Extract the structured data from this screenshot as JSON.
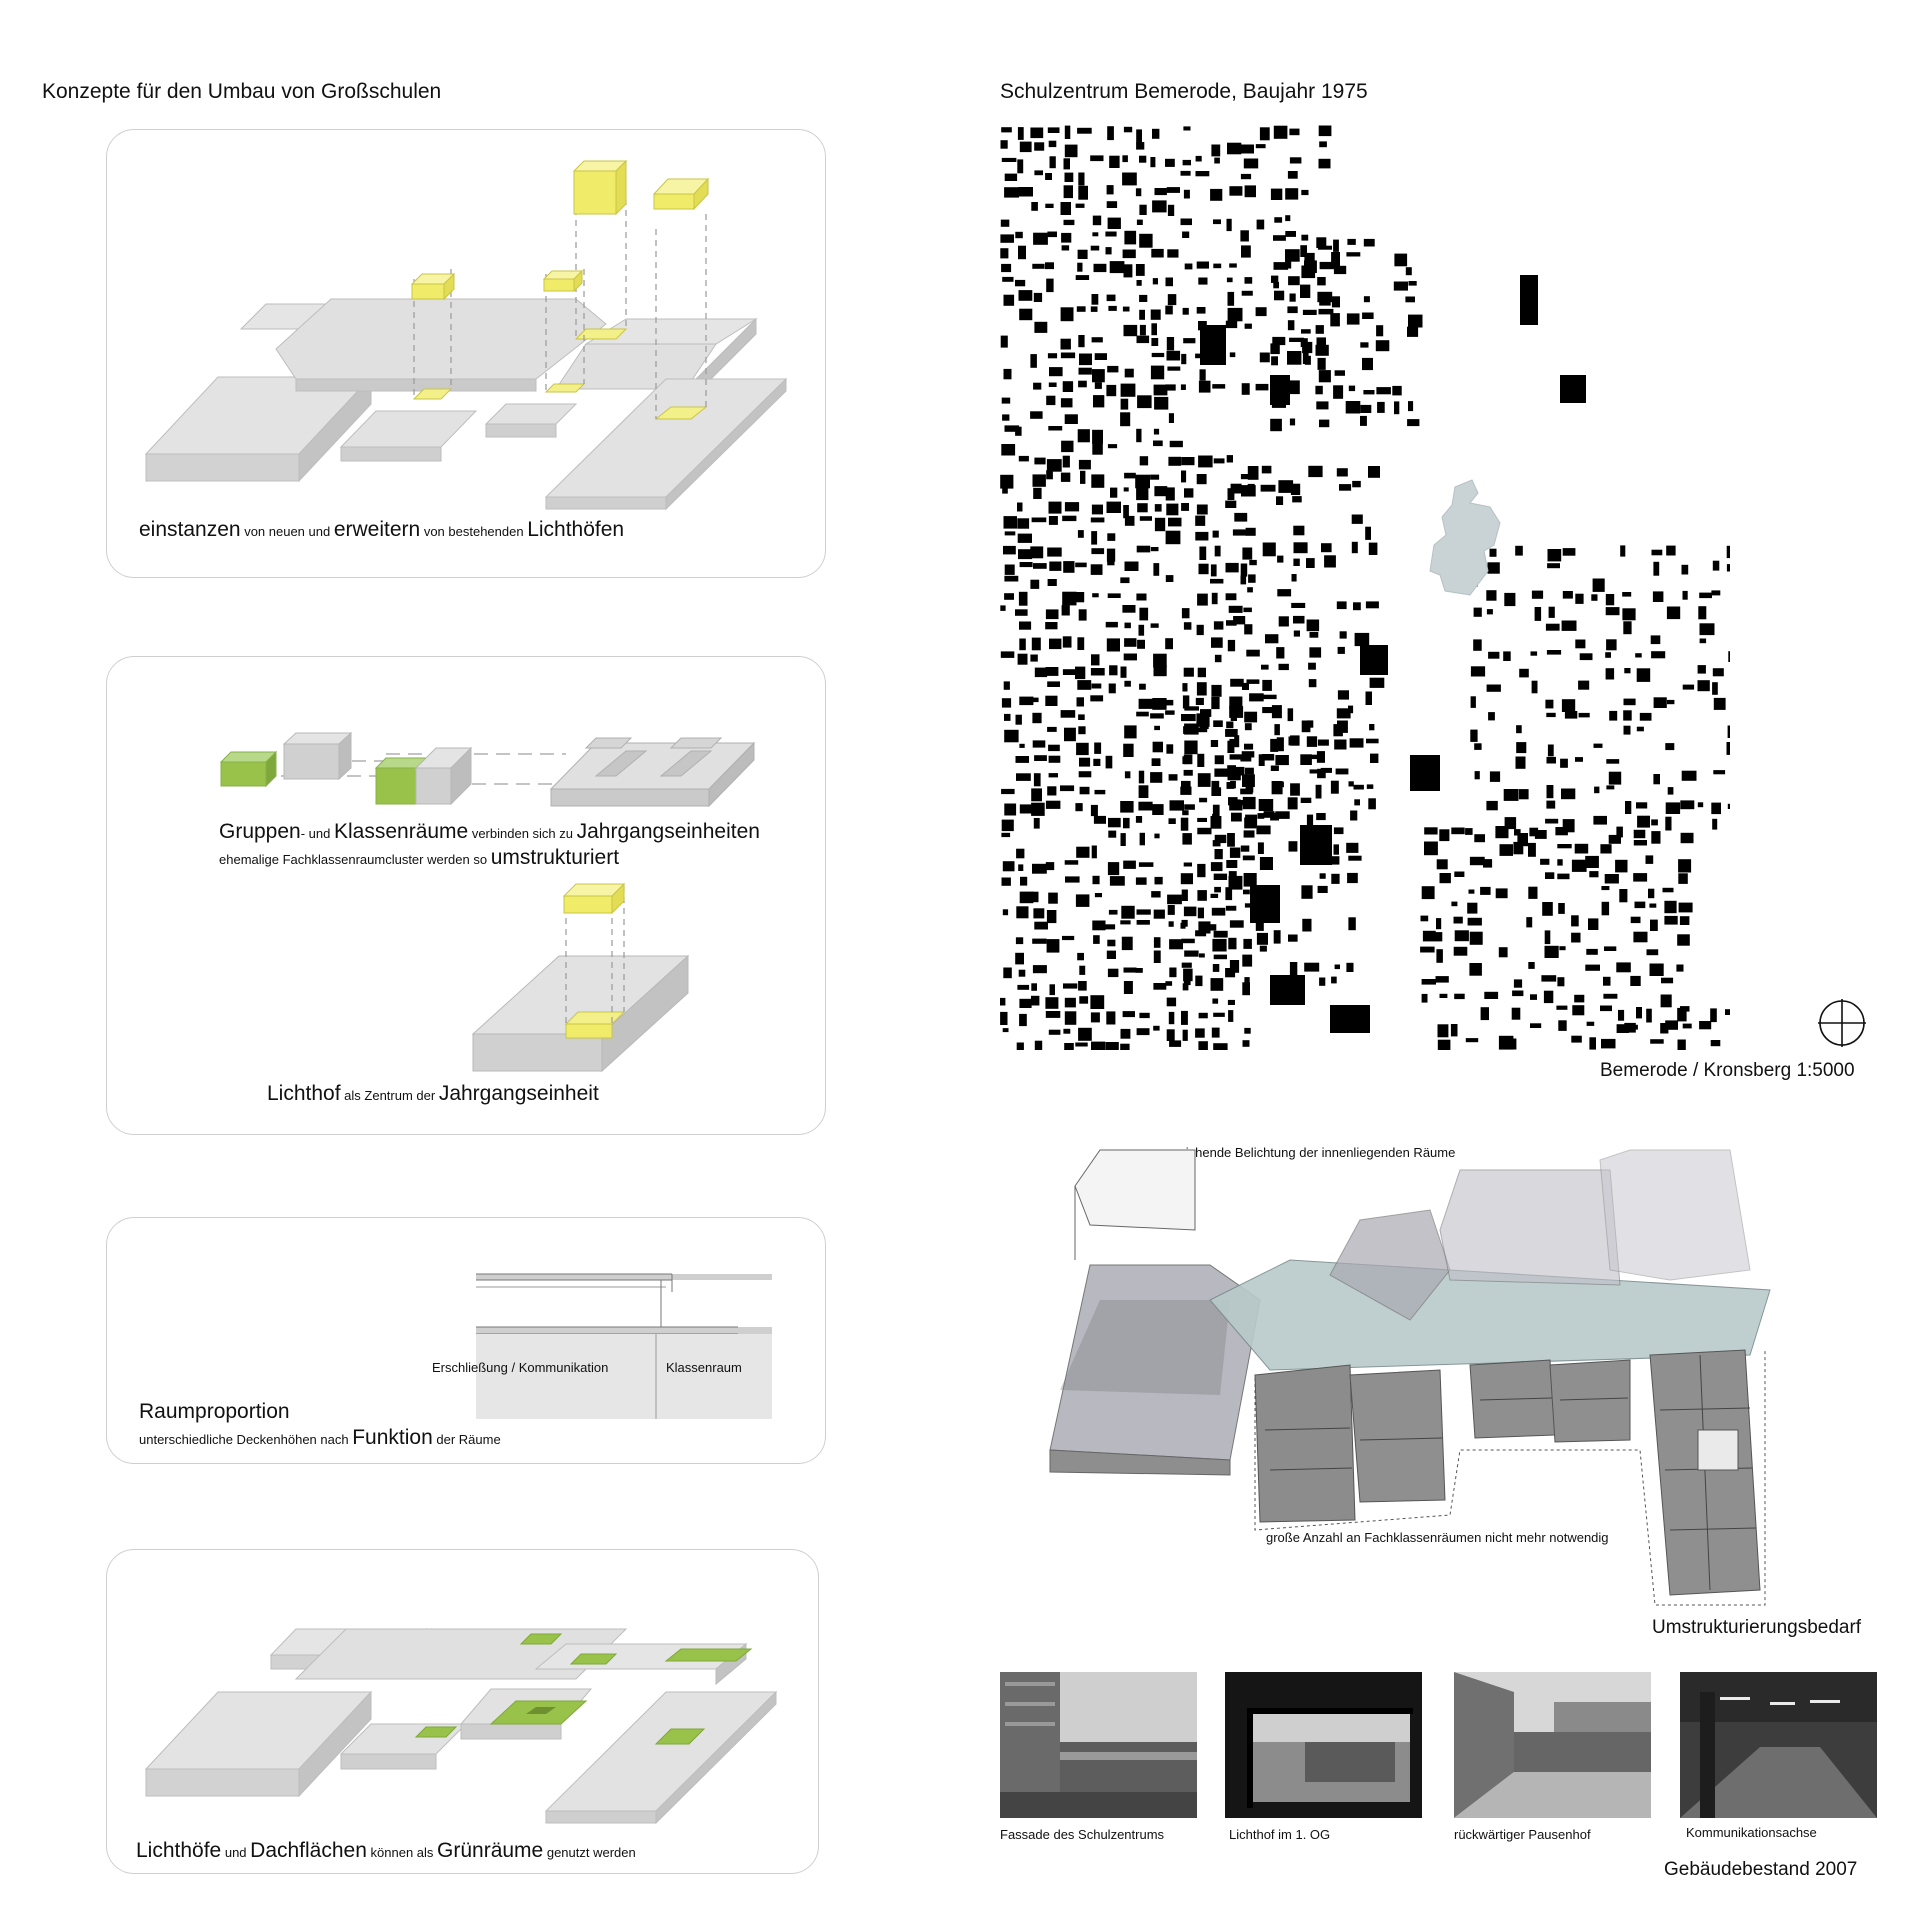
{
  "left": {
    "heading": "Konzepte für den Umbau von Großschulen",
    "panel1": {
      "caption": [
        {
          "text": "einstanzen",
          "size": "big"
        },
        {
          "text": " von neuen und ",
          "size": "sm"
        },
        {
          "text": "erweitern",
          "size": "big"
        },
        {
          "text": " von bestehenden ",
          "size": "sm"
        },
        {
          "text": "Lichthöfen",
          "size": "big"
        }
      ]
    },
    "panel2": {
      "caption_a": [
        {
          "text": "Gruppen",
          "size": "big"
        },
        {
          "text": "- und ",
          "size": "sm"
        },
        {
          "text": "Klassenräume",
          "size": "big"
        },
        {
          "text": " verbinden sich zu ",
          "size": "sm"
        },
        {
          "text": "Jahrgangseinheiten",
          "size": "big"
        }
      ],
      "caption_b": [
        {
          "text": "ehemalige Fachklassenraumcluster werden so ",
          "size": "sm"
        },
        {
          "text": "umstrukturiert",
          "size": "big"
        }
      ],
      "caption_c": [
        {
          "text": "Lichthof",
          "size": "big"
        },
        {
          "text": " als Zentrum der ",
          "size": "sm"
        },
        {
          "text": "Jahrgangseinheit",
          "size": "big"
        }
      ]
    },
    "panel3": {
      "label_erschliessung": "Erschließung / Kommunikation",
      "label_klassenraum": "Klassenraum",
      "title": "Raumproportion",
      "caption": [
        {
          "text": "unterschiedliche Deckenhöhen ",
          "size": "sm"
        },
        {
          "text": "nach ",
          "size": "sm"
        },
        {
          "text": "Funktion",
          "size": "big"
        },
        {
          "text": " der Räume",
          "size": "sm"
        }
      ]
    },
    "panel4": {
      "caption": [
        {
          "text": "Lichthöfe",
          "size": "big"
        },
        {
          "text": " und ",
          "size": "sm"
        },
        {
          "text": "Dachflächen",
          "size": "big"
        },
        {
          "text": " können als ",
          "size": "sm"
        },
        {
          "text": "Grünräume",
          "size": "big"
        },
        {
          "text": " genutzt werden",
          "size": "sm"
        }
      ]
    }
  },
  "right": {
    "heading": "Schulzentrum Bemerode, Baujahr 1975",
    "map_caption": "Bemerode / Kronsberg 1:5000",
    "axo_top_note": "unzureichende Belichtung der innenliegenden Räume",
    "axo_bottom_note": "große Anzahl an Fachklassenräumen nicht mehr notwendig",
    "axo_caption": "Umstrukturierungsbedarf",
    "photos": [
      {
        "caption": "Fassade des Schulzentrums"
      },
      {
        "caption": "Lichthof im 1. OG"
      },
      {
        "caption": "rückwärtiger Pausenhof"
      },
      {
        "caption": "Kommunikationsachse"
      }
    ],
    "photos_caption": "Gebäudebestand 2007"
  },
  "colors": {
    "block_top": "#e2e2e2",
    "block_side": "#c8c8c8",
    "yellow": "#f3f08a",
    "green": "#98c24a",
    "panel_border": "#cfcfcf",
    "map_fill": "#000000",
    "school_fill": "#c9d3d6"
  }
}
